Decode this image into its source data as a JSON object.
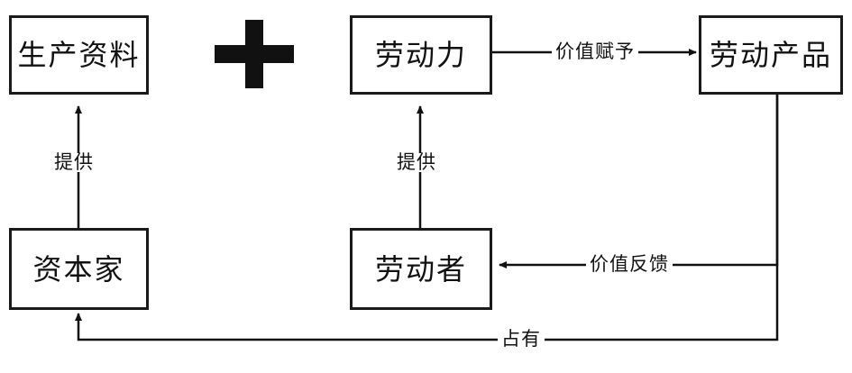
{
  "diagram": {
    "type": "flow-diagram",
    "nodes": [
      {
        "id": "means_of_production",
        "label": "生产资料"
      },
      {
        "id": "labor_power",
        "label": "劳动力"
      },
      {
        "id": "labor_product",
        "label": "劳动产品"
      },
      {
        "id": "capitalist",
        "label": "资本家"
      },
      {
        "id": "laborer",
        "label": "劳动者"
      }
    ],
    "edges": [
      {
        "id": "capitalist_to_means",
        "label": "提供",
        "from": "capitalist",
        "to": "means_of_production"
      },
      {
        "id": "laborer_to_labor_power",
        "label": "提供",
        "from": "laborer",
        "to": "labor_power"
      },
      {
        "id": "labor_power_to_product",
        "label": "价值赋予",
        "from": "labor_power",
        "to": "labor_product"
      },
      {
        "id": "product_to_laborer",
        "label": "价值反馈",
        "from": "labor_product",
        "to": "laborer"
      },
      {
        "id": "product_to_capitalist",
        "label": "占有",
        "from": "labor_product",
        "to": "capitalist"
      }
    ],
    "symbols": [
      {
        "id": "plus",
        "label": "+"
      }
    ]
  }
}
